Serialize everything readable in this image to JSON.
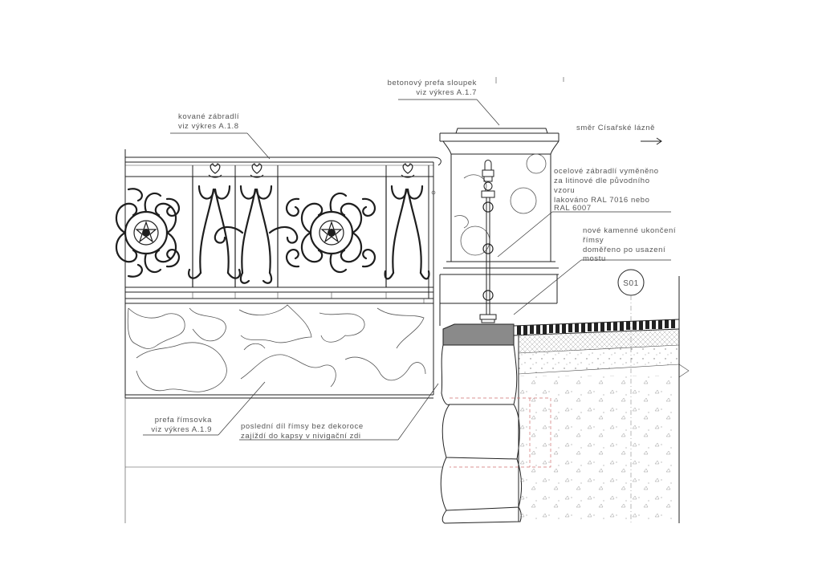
{
  "labels": {
    "prefa_sloupek": [
      "betonový prefa sloupek",
      "viz výkres A.1.7"
    ],
    "kovane_zabradli": [
      "kované zábradlí",
      "viz výkres A.1.8"
    ],
    "smer": "směr Císařské lázně",
    "ocelove_zabradli": [
      "ocelové zábradlí vyměněno",
      "za litinové dle původního",
      "vzoru",
      "lakováno RAL 7016 nebo",
      "RAL 6007"
    ],
    "kamenne_ukonceni": [
      "nové kamenné ukončení",
      "římsy",
      "doměřeno po usazení",
      "mostu"
    ],
    "section_mark": "S01",
    "prefa_rimsovka": [
      "prefa římsovka",
      "viz výkres A.1.9"
    ],
    "posledni_dil": [
      "poslední díl římsy bez dekoroce",
      "zajíždí do kapsy v nivigační zdi"
    ]
  }
}
